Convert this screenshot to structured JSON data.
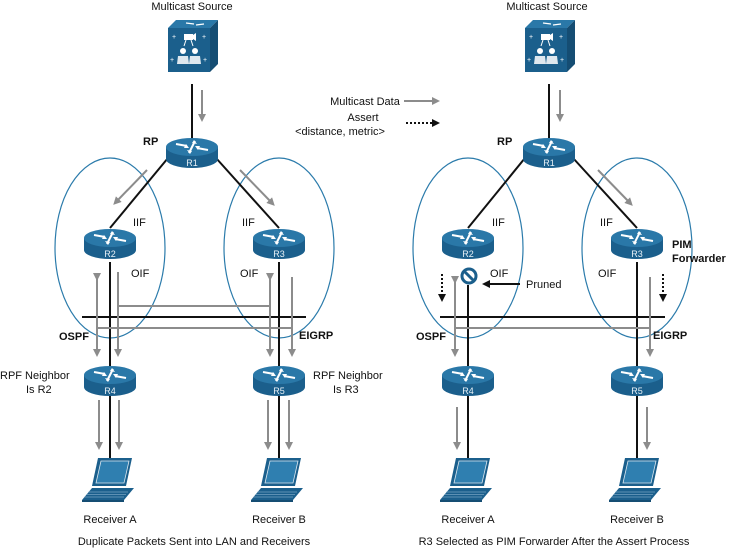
{
  "legend": {
    "multicast_data": "Multicast Data",
    "assert_line1": "Assert",
    "assert_line2": "<distance, metric>"
  },
  "colors": {
    "device_blue": "#1b5f8c",
    "device_top": "#2a78a8",
    "data_arrow": "#8c8c8c",
    "ellipse": "#2b7bab",
    "link": "#111111"
  },
  "left": {
    "source_label": "Multicast Source",
    "rp_label": "RP",
    "routers": {
      "r1": "R1",
      "r2": "R2",
      "r3": "R3",
      "r4": "R4",
      "r5": "R5"
    },
    "iif_left": "IIF",
    "iif_right": "IIF",
    "oif_left": "OIF",
    "oif_right": "OIF",
    "ospf": "OSPF",
    "eigrp": "EIGRP",
    "rpf_left_1": "RPF Neighbor",
    "rpf_left_2": "Is R2",
    "rpf_right_1": "RPF Neighbor",
    "rpf_right_2": "Is R3",
    "receiver_a": "Receiver A",
    "receiver_b": "Receiver B",
    "caption": "Duplicate Packets Sent into LAN and Receivers"
  },
  "right": {
    "source_label": "Multicast Source",
    "rp_label": "RP",
    "routers": {
      "r1": "R1",
      "r2": "R2",
      "r3": "R3",
      "r4": "R4",
      "r5": "R5"
    },
    "iif_left": "IIF",
    "iif_right": "IIF",
    "oif_left": "OIF",
    "oif_right": "OIF",
    "pruned": "Pruned",
    "pim_1": "PIM",
    "pim_2": "Forwarder",
    "ospf": "OSPF",
    "eigrp": "EIGRP",
    "receiver_a": "Receiver A",
    "receiver_b": "Receiver B",
    "caption": "R3 Selected as PIM Forwarder After the Assert Process"
  }
}
